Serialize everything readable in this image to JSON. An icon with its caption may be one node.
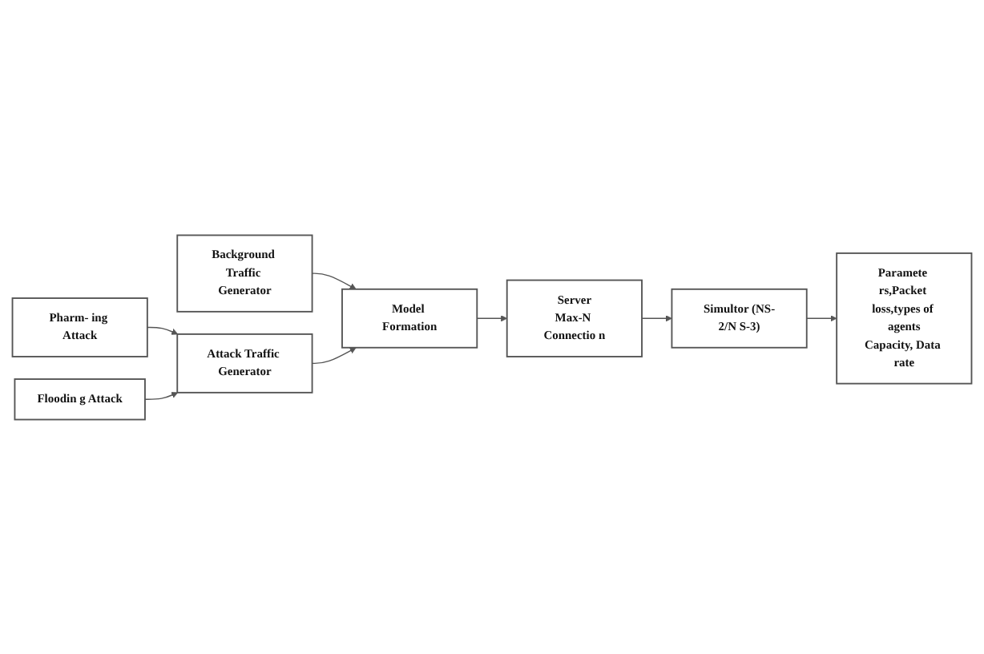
{
  "diagram": {
    "nodes": [
      {
        "text": [
          "Background Traffic Generator"
        ]
      },
      {
        "text": [
          "Attack Traffic Generator"
        ]
      },
      {
        "text": [
          "Pharm- ing Attack"
        ]
      },
      {
        "text": [
          "Floodin g Attack"
        ]
      },
      {
        "text": [
          "Model Formation"
        ]
      },
      {
        "text": [
          "Server",
          "Max-N Connectio n"
        ]
      },
      {
        "text": [
          "Simultor (NS-2/N S-3)"
        ]
      },
      {
        "text": [
          "Paramete rs,Packet loss,types of agents",
          "Capacity, Data rate"
        ]
      }
    ],
    "edges": [
      {
        "from": 0,
        "to": 4,
        "arrow": "to"
      },
      {
        "from": 1,
        "to": 4,
        "arrow": "to"
      },
      {
        "from": 2,
        "to": 1,
        "arrow": "to"
      },
      {
        "from": 3,
        "to": 1,
        "arrow": "to"
      },
      {
        "from": 4,
        "to": 5,
        "arrow": "to"
      },
      {
        "from": 5,
        "to": 6,
        "arrow": "to"
      },
      {
        "from": 6,
        "to": 7,
        "arrow": "to"
      }
    ]
  }
}
